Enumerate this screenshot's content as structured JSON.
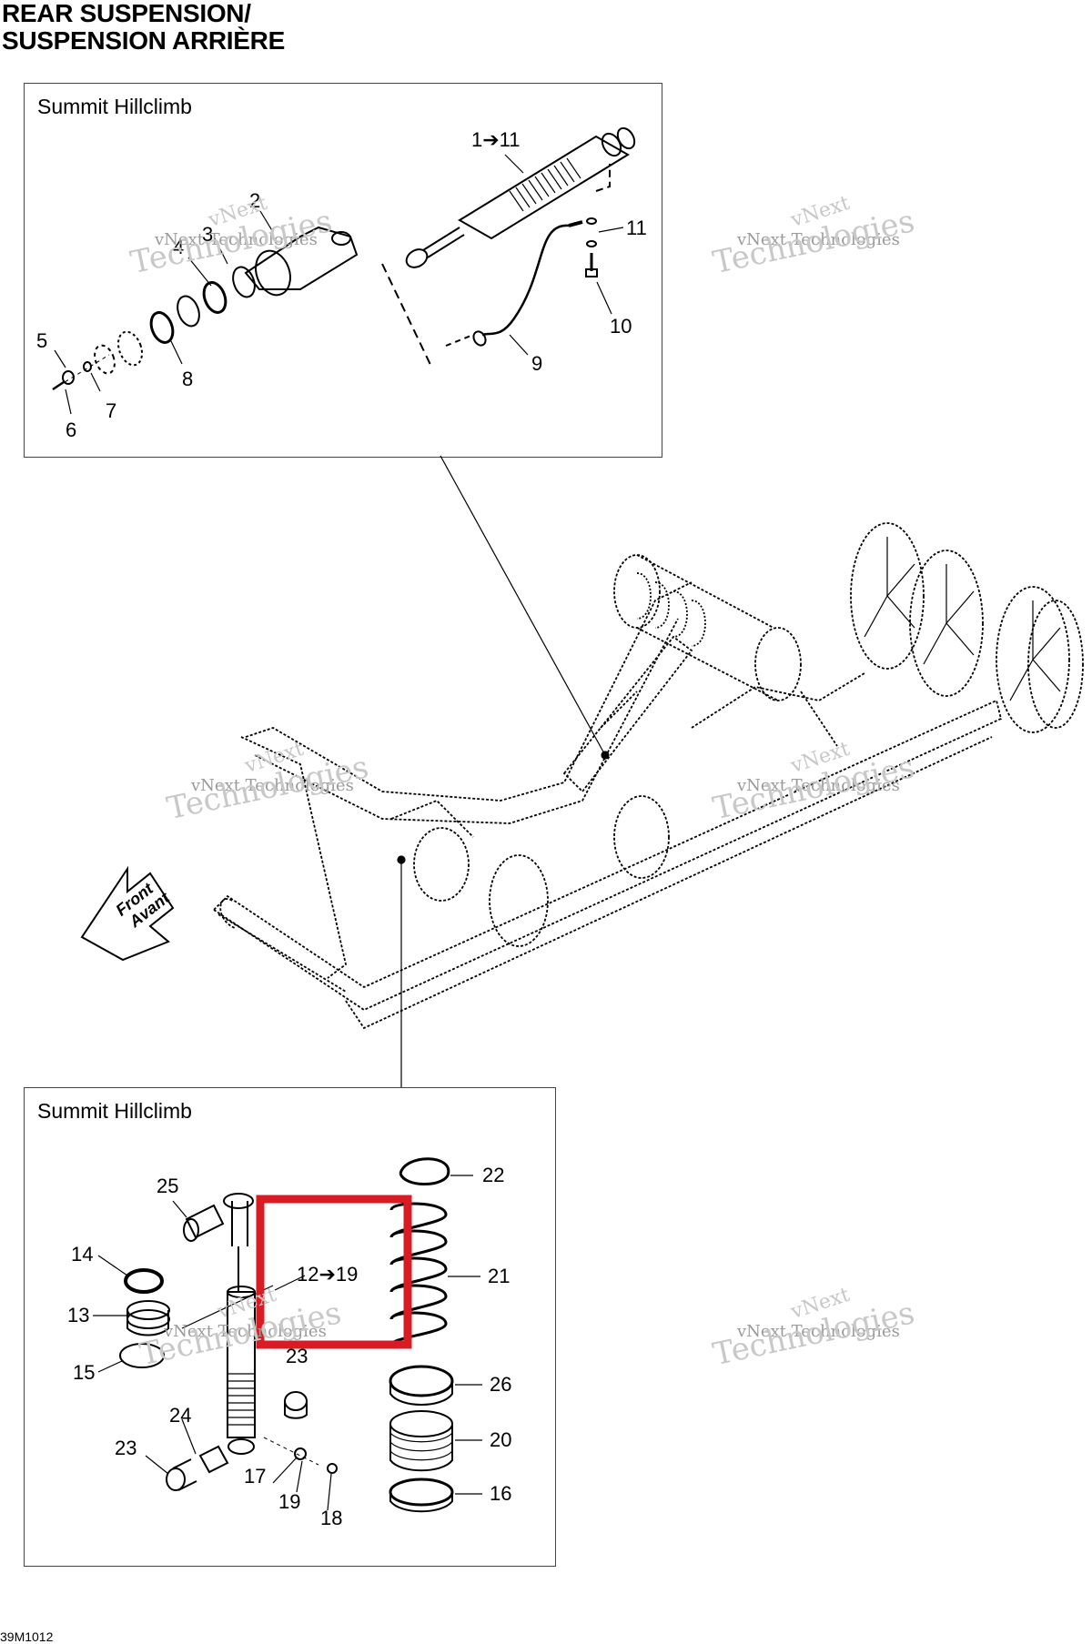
{
  "title": {
    "line1": "REAR SUSPENSION/",
    "line2": "SUSPENSION ARRIÈRE"
  },
  "panels": {
    "top": {
      "label": "Summit Hillclimb"
    },
    "bottom": {
      "label": "Summit Hillclimb"
    }
  },
  "callouts_top": [
    "1➔11",
    "2",
    "3",
    "4",
    "5",
    "6",
    "7",
    "8",
    "9",
    "10",
    "11"
  ],
  "callouts_bottom": [
    "12➔19",
    "13",
    "14",
    "15",
    "16",
    "17",
    "18",
    "19",
    "20",
    "21",
    "22",
    "23",
    "23",
    "24",
    "25",
    "26"
  ],
  "direction_arrow": {
    "line1": "Front",
    "line2": "Avant"
  },
  "watermark": {
    "line1": "vNext",
    "line2": "vNext Technologies",
    "line3": "Technologies"
  },
  "figure_id": "39M1012",
  "highlight_color": "#d91c24"
}
